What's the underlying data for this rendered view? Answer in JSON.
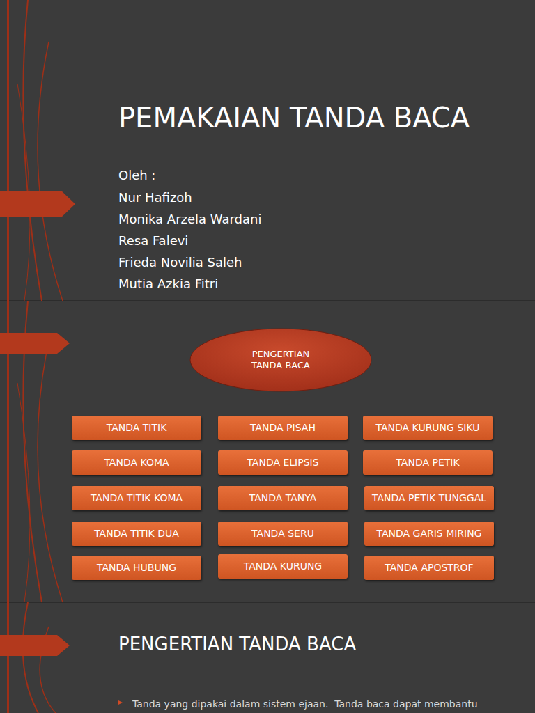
{
  "diagram": {
    "title": "PEMAKAIAN TANDA BACA",
    "nodes": [
      {
        "text": [
          "PENGERTIAN TANDA BACA"
        ]
      },
      {
        "text": [
          "TANDA TITIK"
        ]
      },
      {
        "text": [
          "TANDA PISAH"
        ]
      },
      {
        "text": [
          "TANDA KURUNG SIKU"
        ]
      },
      {
        "text": [
          "TANDA KOMA"
        ]
      },
      {
        "text": [
          "TANDA ELIPSIS"
        ]
      },
      {
        "text": [
          "TANDA PETIK"
        ]
      },
      {
        "text": [
          "TANDA TITIK KOMA"
        ]
      },
      {
        "text": [
          "TANDA TANYA"
        ]
      },
      {
        "text": [
          "TANDA PETIK TUNGGAL"
        ]
      },
      {
        "text": [
          "TANDA TITIK DUA"
        ]
      },
      {
        "text": [
          "TANDA SERU"
        ]
      },
      {
        "text": [
          "TANDA GARIS MIRING"
        ]
      },
      {
        "text": [
          "TANDA HUBUNG"
        ]
      },
      {
        "text": [
          "TANDA KURUNG"
        ]
      },
      {
        "text": [
          "TANDA APOSTROF"
        ]
      }
    ],
    "labels": [
      "Oleh :",
      "Nur Hafizoh",
      "Monika Arzela Wardani",
      "Resa Falevi",
      "Frieda Novilia Saleh",
      "Mutia Azkia Fitri",
      "PENGERTIAN TANDA BACA",
      "Tanda yang dipakai dalam sistem ejaan.  Tanda baca dapat membantu"
    ]
  }
}
